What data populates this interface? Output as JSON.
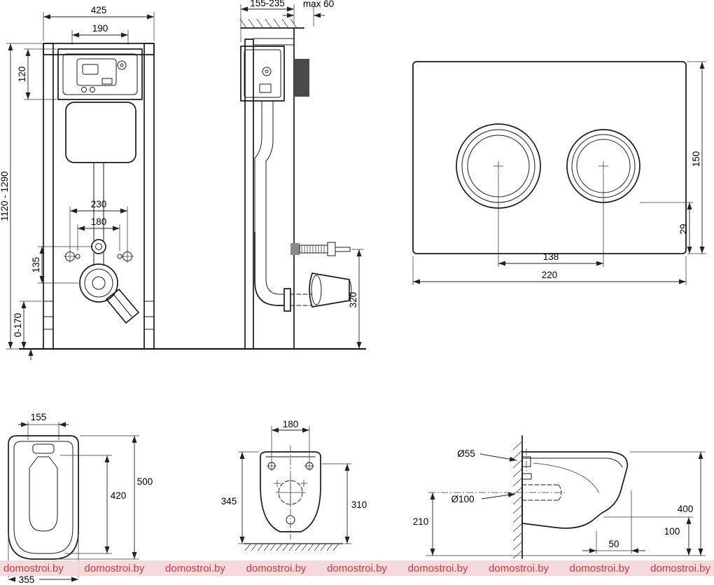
{
  "watermark": {
    "text": "domostroi.by",
    "text_color": "#c43b3d",
    "band_color": "#f3d7d9",
    "repeat_count": 9
  },
  "frame_front": {
    "dim_total_width": "425",
    "dim_cistern_width": "190",
    "dim_cistern_height": "120",
    "dim_height_range": "1120 - 1290",
    "dim_bolt_spacing_outer": "230",
    "dim_bolt_spacing_inner": "180",
    "dim_outlet_offset": "135",
    "dim_foot_adjust_range": "0-170"
  },
  "frame_side": {
    "dim_depth_range": "155-235",
    "dim_wall_offset_max": "max 60",
    "dim_outlet_height": "320"
  },
  "flush_plate": {
    "dim_height": "150",
    "dim_bottom_offset": "29",
    "dim_button_spacing": "138",
    "dim_width": "220"
  },
  "bowl_top": {
    "dim_front_width": "155",
    "dim_inner_length": "420",
    "dim_total_length": "500",
    "dim_width": "355"
  },
  "bowl_back": {
    "dim_mount_spacing": "180",
    "dim_height_outer": "345",
    "dim_height_inner": "310"
  },
  "bowl_side": {
    "dim_inlet_diameter": "Ø55",
    "dim_outlet_diameter": "Ø100",
    "dim_outlet_axis_height": "210",
    "dim_total_height": "400",
    "dim_front_height": "100",
    "dim_bottom_depth": "50"
  }
}
